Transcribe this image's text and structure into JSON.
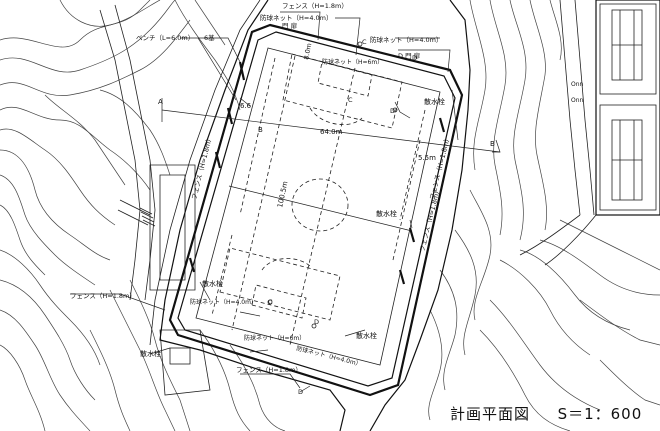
{
  "plan": {
    "title": "計画平面図",
    "scale": "S＝1：600"
  },
  "labels": {
    "fence_top": "フェンス（H=1.8m）",
    "net_top": "防球ネット（H=4.0m）",
    "gate_top": "門 扉",
    "net_top2": "防球ネット（H=4.0m）",
    "gate_top2": "D 門 扉",
    "bench": "ベンチ（L=6.0m）",
    "bench_count": "6基",
    "net_goal_top": "防球ネット（H=6m）",
    "c_top": "C",
    "c_top2": "C",
    "d_top": "D",
    "d_top2": "D",
    "dim_66": "6.6",
    "dim_640": "64.0m",
    "dim_55": "5.5m",
    "dim_1005": "100.5m",
    "dim_80": "8.0m",
    "hydrant_1": "散水栓",
    "hydrant_2": "散水栓",
    "hydrant_3": "散水栓",
    "hydrant_4": "散水栓",
    "hydrant_5": "散水栓",
    "fence_left": "フェンス（H=1.8m）",
    "fence_right": "フェンス（H=1.8m）",
    "fence_right2": "フェンス（H=1.8m）",
    "fence_sw": "フェンス（H=1.8m）",
    "net_bottom": "防球ネット（H=4.0m）",
    "net_bottom2": "防球ネット（H=4.0m）",
    "net_goal_bottom": "防球ネット（H=6m）",
    "fence_bottom": "フェンス（H=1.8m）",
    "b_left": "B",
    "b_right": "B",
    "a_left": "A",
    "c_bot": "C",
    "d_bot": "D",
    "d_bot2": "D",
    "dim_right": "Onn",
    "dim_right2": "Onn"
  }
}
